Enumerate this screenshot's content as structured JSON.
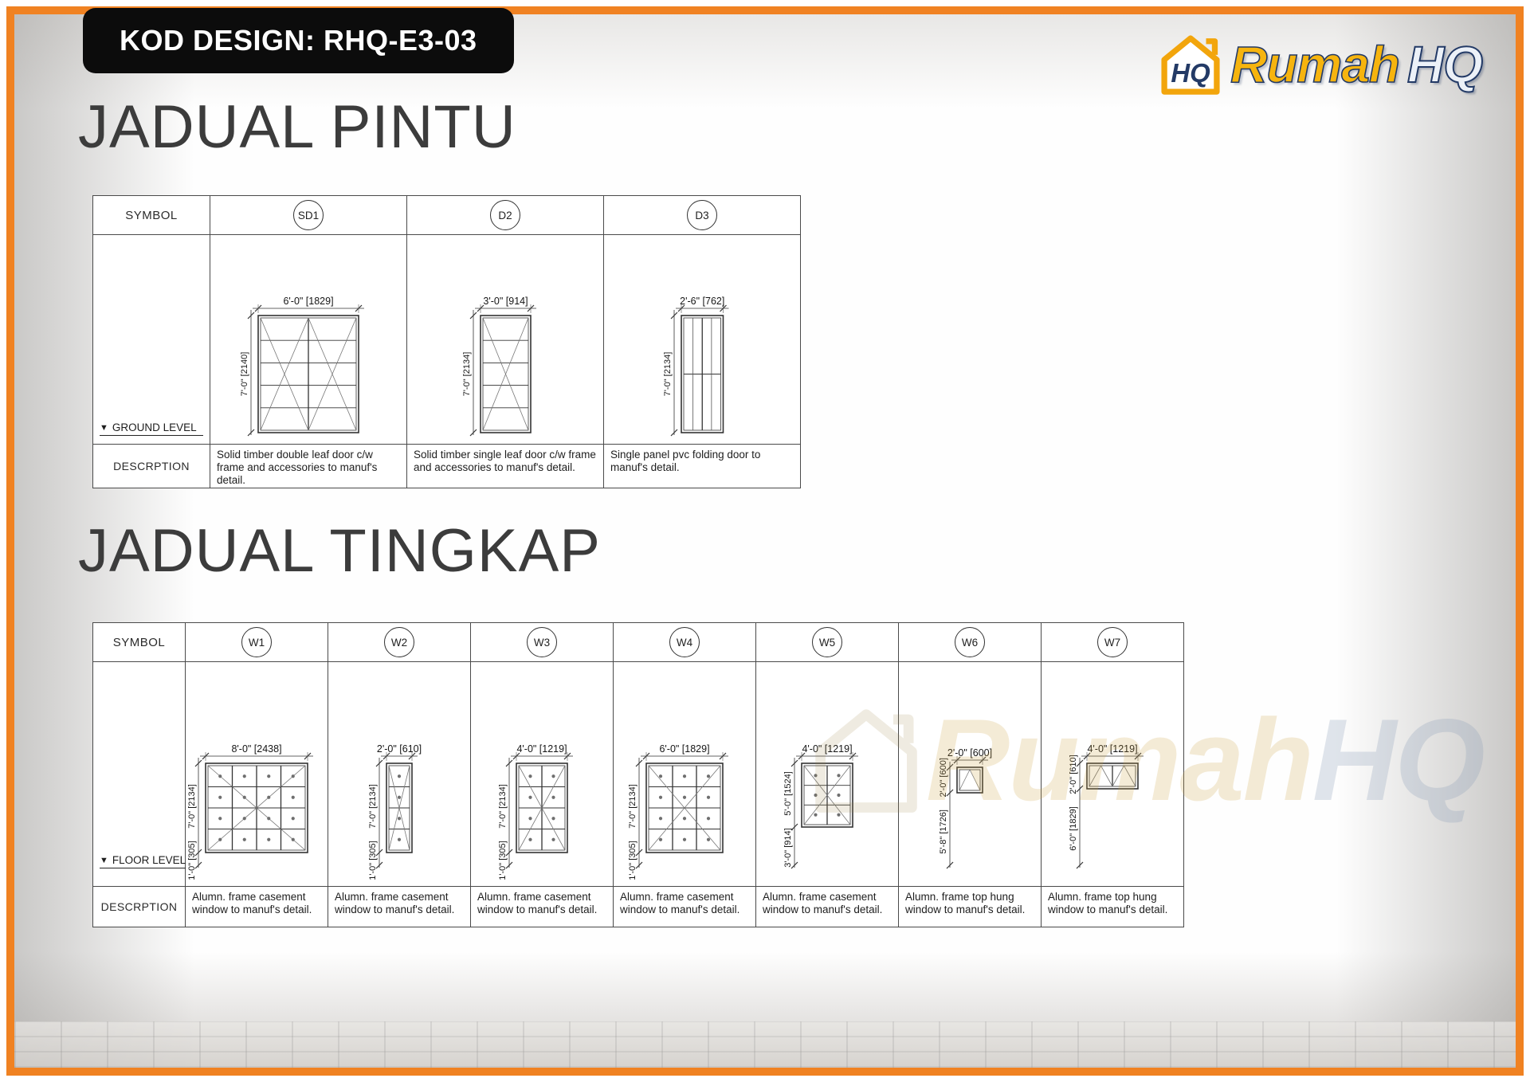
{
  "header": {
    "kod_design": "KOD DESIGN: RHQ-E3-03",
    "brand_rumah": "Rumah",
    "brand_hq": "HQ",
    "logo_monogram": "HQ"
  },
  "common": {
    "level_marker": "▼"
  },
  "door_schedule": {
    "title": "JADUAL PINTU",
    "symbol_header": "SYMBOL",
    "description_header": "DESCRPTION",
    "level_label": "GROUND LEVEL",
    "items": [
      {
        "symbol": "SD1",
        "width_label": "6'-0\" [1829]",
        "height_label": "7'-0\" [2140]",
        "sill_label": "",
        "description": "Solid timber double leaf door c/w frame and accessories to manuf's detail.",
        "drawing": {
          "type": "door-double-leaf",
          "width_ft": 6,
          "height_ft": 7,
          "sill_ft": 0,
          "cols": 2,
          "rows": 5,
          "diagonal": "X-per-col",
          "dots": false
        }
      },
      {
        "symbol": "D2",
        "width_label": "3'-0\" [914]",
        "height_label": "7'-0\" [2134]",
        "sill_label": "",
        "description": "Solid timber single leaf door c/w frame and accessories to manuf's detail.",
        "drawing": {
          "type": "door-single-leaf",
          "width_ft": 3,
          "height_ft": 7,
          "sill_ft": 0,
          "cols": 1,
          "rows": 5,
          "diagonal": "X",
          "dots": false
        }
      },
      {
        "symbol": "D3",
        "width_label": "2'-6\" [762]",
        "height_label": "7'-0\" [2134]",
        "sill_label": "",
        "description": "Single panel pvc folding door to manuf's detail.",
        "drawing": {
          "type": "door-folding",
          "width_ft": 2.5,
          "height_ft": 7,
          "sill_ft": 0,
          "cols": 2,
          "rows": 2,
          "diagonal": "fold",
          "dots": false
        }
      }
    ]
  },
  "window_schedule": {
    "title": "JADUAL TINGKAP",
    "symbol_header": "SYMBOL",
    "description_header": "DESCRPTION",
    "level_label": "FLOOR LEVEL",
    "items": [
      {
        "symbol": "W1",
        "width_label": "8'-0\" [2438]",
        "height_label": "7'-0\" [2134]",
        "sill_label": "1'-0\" [305]",
        "description": "Alumn. frame casement window to manuf's detail.",
        "drawing": {
          "type": "casement",
          "width_ft": 8,
          "height_ft": 7,
          "sill_ft": 1,
          "cols": 4,
          "rows": 4,
          "diagonal": "X",
          "dots": true
        }
      },
      {
        "symbol": "W2",
        "width_label": "2'-0\" [610]",
        "height_label": "7'-0\" [2134]",
        "sill_label": "1'-0\" [305]",
        "description": "Alumn. frame casement window to manuf's detail.",
        "drawing": {
          "type": "casement",
          "width_ft": 2,
          "height_ft": 7,
          "sill_ft": 1,
          "cols": 1,
          "rows": 4,
          "diagonal": "X",
          "dots": true
        }
      },
      {
        "symbol": "W3",
        "width_label": "4'-0\" [1219]",
        "height_label": "7'-0\" [2134]",
        "sill_label": "1'-0\" [305]",
        "description": "Alumn. frame casement window to manuf's detail.",
        "drawing": {
          "type": "casement",
          "width_ft": 4,
          "height_ft": 7,
          "sill_ft": 1,
          "cols": 2,
          "rows": 4,
          "diagonal": "X",
          "dots": true
        }
      },
      {
        "symbol": "W4",
        "width_label": "6'-0\" [1829]",
        "height_label": "7'-0\" [2134]",
        "sill_label": "1'-0\" [305]",
        "description": "Alumn. frame casement window to manuf's detail.",
        "drawing": {
          "type": "casement",
          "width_ft": 6,
          "height_ft": 7,
          "sill_ft": 1,
          "cols": 3,
          "rows": 4,
          "diagonal": "X",
          "dots": true
        }
      },
      {
        "symbol": "W5",
        "width_label": "4'-0\" [1219]",
        "height_label": "5'-0\" [1524]",
        "sill_label": "3'-0\" [914]",
        "description": "Alumn. frame casement window to manuf's detail.",
        "drawing": {
          "type": "casement",
          "width_ft": 4,
          "height_ft": 5,
          "sill_ft": 3,
          "cols": 2,
          "rows": 3,
          "diagonal": "X",
          "dots": true
        }
      },
      {
        "symbol": "W6",
        "width_label": "2'-0\" [600]",
        "height_label": "2'-0\" [600]",
        "sill_label": "5'-8\" [1726]",
        "description": "Alumn. frame top hung window to manuf's detail.",
        "drawing": {
          "type": "top-hung",
          "width_ft": 2,
          "height_ft": 2,
          "sill_ft": 5.667,
          "cols": 1,
          "rows": 1,
          "diagonal": "V-per-col",
          "dots": false
        }
      },
      {
        "symbol": "W7",
        "width_label": "4'-0\" [1219]",
        "height_label": "2'-0\" [610]",
        "sill_label": "6'-0\" [1829]",
        "description": "Alumn. frame top hung window to manuf's detail.",
        "drawing": {
          "type": "top-hung",
          "width_ft": 4,
          "height_ft": 2,
          "sill_ft": 6,
          "cols": 2,
          "rows": 1,
          "diagonal": "V-per-col",
          "dots": false
        }
      }
    ]
  },
  "watermark": {
    "rumah": "Rumah",
    "hq": "HQ"
  }
}
